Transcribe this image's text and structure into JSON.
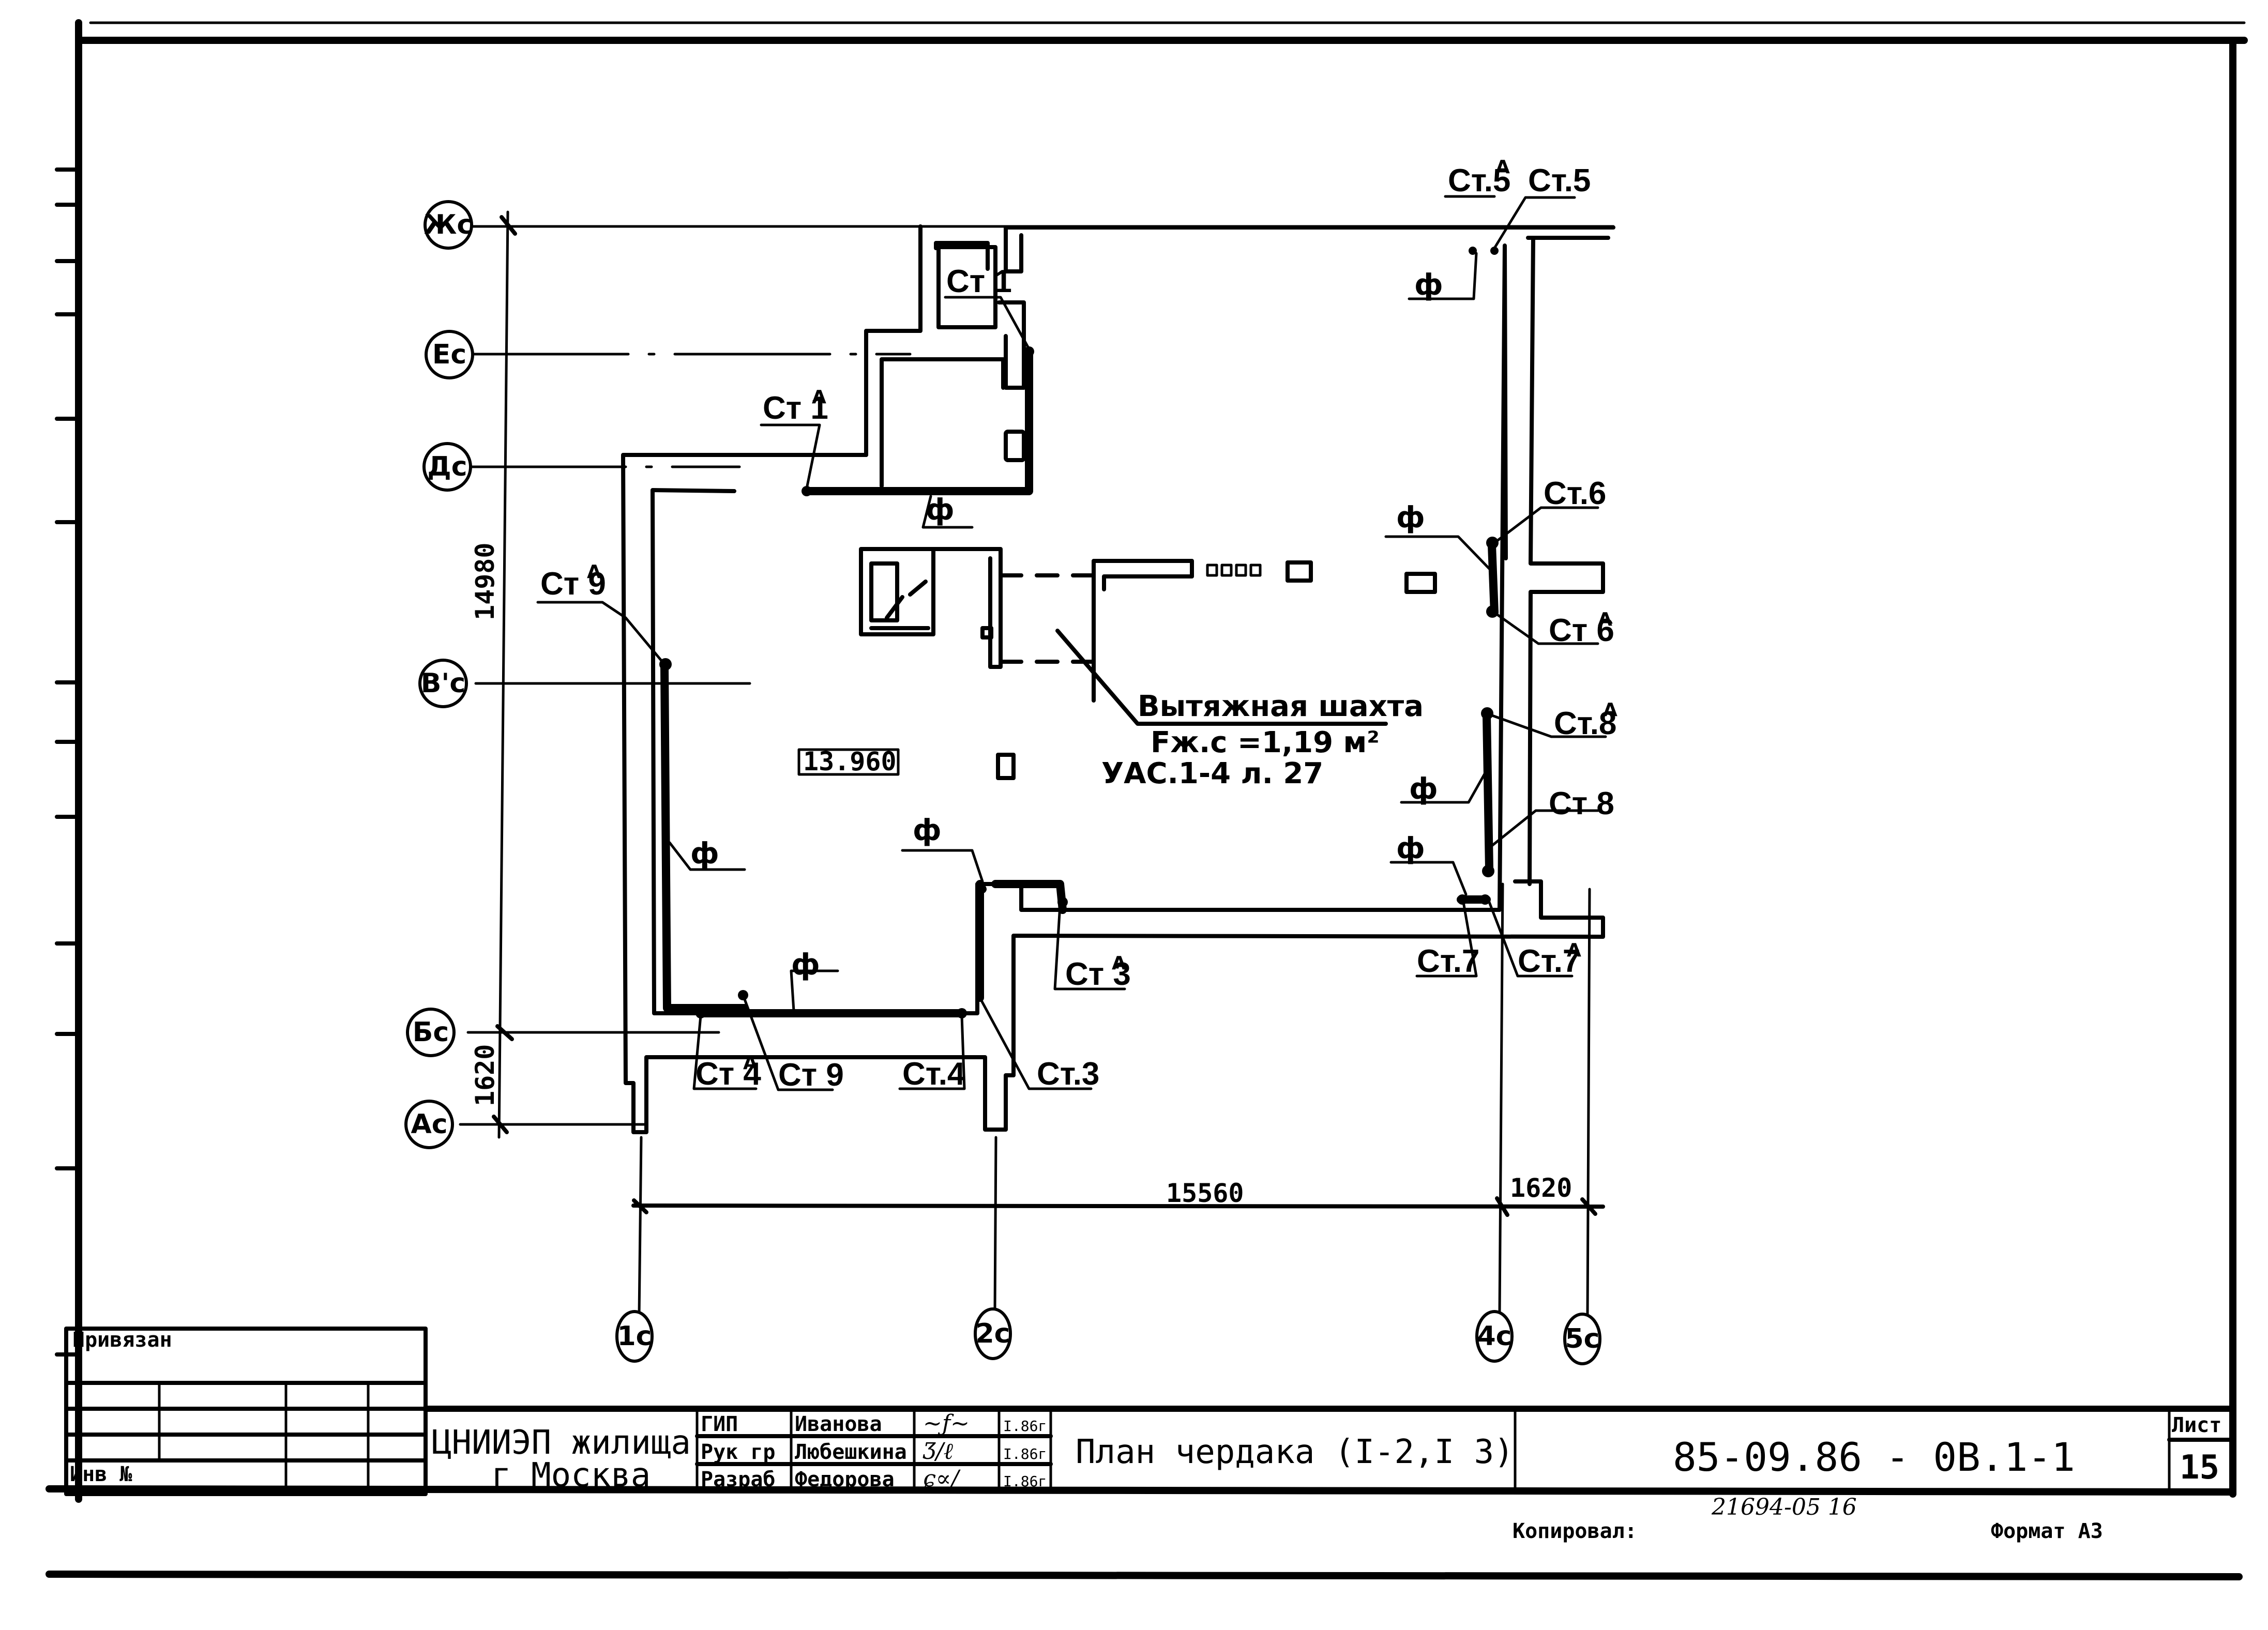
{
  "drawing": {
    "title": "План чердака (I-2, I 3)",
    "axes_rows": [
      {
        "id": "row-zh",
        "label": "Жс"
      },
      {
        "id": "row-e",
        "label": "Ес"
      },
      {
        "id": "row-d",
        "label": "Дс"
      },
      {
        "id": "row-v",
        "label": "В'с"
      },
      {
        "id": "row-b",
        "label": "Бс"
      },
      {
        "id": "row-a",
        "label": "Ас"
      }
    ],
    "axes_columns": [
      {
        "id": "col-1",
        "label": "1с"
      },
      {
        "id": "col-2",
        "label": "2с"
      },
      {
        "id": "col-4",
        "label": "4с"
      },
      {
        "id": "col-5",
        "label": "5с"
      }
    ],
    "dimensions": {
      "vertical_main": "14980",
      "vertical_small": "1620",
      "horizontal_main": "15560",
      "horizontal_small": "1620",
      "elevation_mark": "13.960"
    },
    "risers": [
      {
        "id": "st1",
        "label": "Ст 1",
        "sup": ""
      },
      {
        "id": "st1a",
        "label": "Ст 1",
        "sup": "А"
      },
      {
        "id": "st5a",
        "label": "Ст.5",
        "sup": "А"
      },
      {
        "id": "st5",
        "label": "Ст.5",
        "sup": ""
      },
      {
        "id": "st6",
        "label": "Ст.6",
        "sup": ""
      },
      {
        "id": "st6a",
        "label": "Ст 6",
        "sup": "А"
      },
      {
        "id": "st8a",
        "label": "Ст.8",
        "sup": "А"
      },
      {
        "id": "st8",
        "label": "Ст 8",
        "sup": ""
      },
      {
        "id": "st7",
        "label": "Ст.7",
        "sup": ""
      },
      {
        "id": "st7a",
        "label": "Ст.7",
        "sup": "А"
      },
      {
        "id": "st3a",
        "label": "Ст 3",
        "sup": "А"
      },
      {
        "id": "st3",
        "label": "Ст.3",
        "sup": ""
      },
      {
        "id": "st4",
        "label": "Ст.4",
        "sup": ""
      },
      {
        "id": "st9",
        "label": "Ст 9",
        "sup": ""
      },
      {
        "id": "st4a",
        "label": "Ст 4",
        "sup": "А"
      },
      {
        "id": "st9a",
        "label": "Ст 9",
        "sup": "А"
      }
    ],
    "phi_symbol": "ф",
    "shaft_note": {
      "title": "Вытяжная шахта",
      "area": "Fж.с =1,19 м²",
      "reference": "УАС.1-4  л. 27"
    }
  },
  "title_block": {
    "bound_label": "Привязан",
    "inv_label": "Инв №",
    "organization_line1": "ЦНИИЭП жилища",
    "organization_line2": "г Москва",
    "staff": [
      {
        "role": "ГИП",
        "name": "Иванова",
        "signature": "подпись",
        "date": "I.86г"
      },
      {
        "role": "Рук гр",
        "name": "Любешкина",
        "signature": "подпись",
        "date": "I.86г"
      },
      {
        "role": "Разраб",
        "name": "Федорова",
        "signature": "подпись",
        "date": "I.86г"
      }
    ],
    "sheet_title": "План  чердака (I-2,I 3)",
    "document_code": "85-09.86 - 0В.1-1",
    "sheet_label": "Лист",
    "sheet_number": "15",
    "copied_label": "Копировал:",
    "copy_number": "21694-05    16",
    "format_label": "Формат А3"
  }
}
